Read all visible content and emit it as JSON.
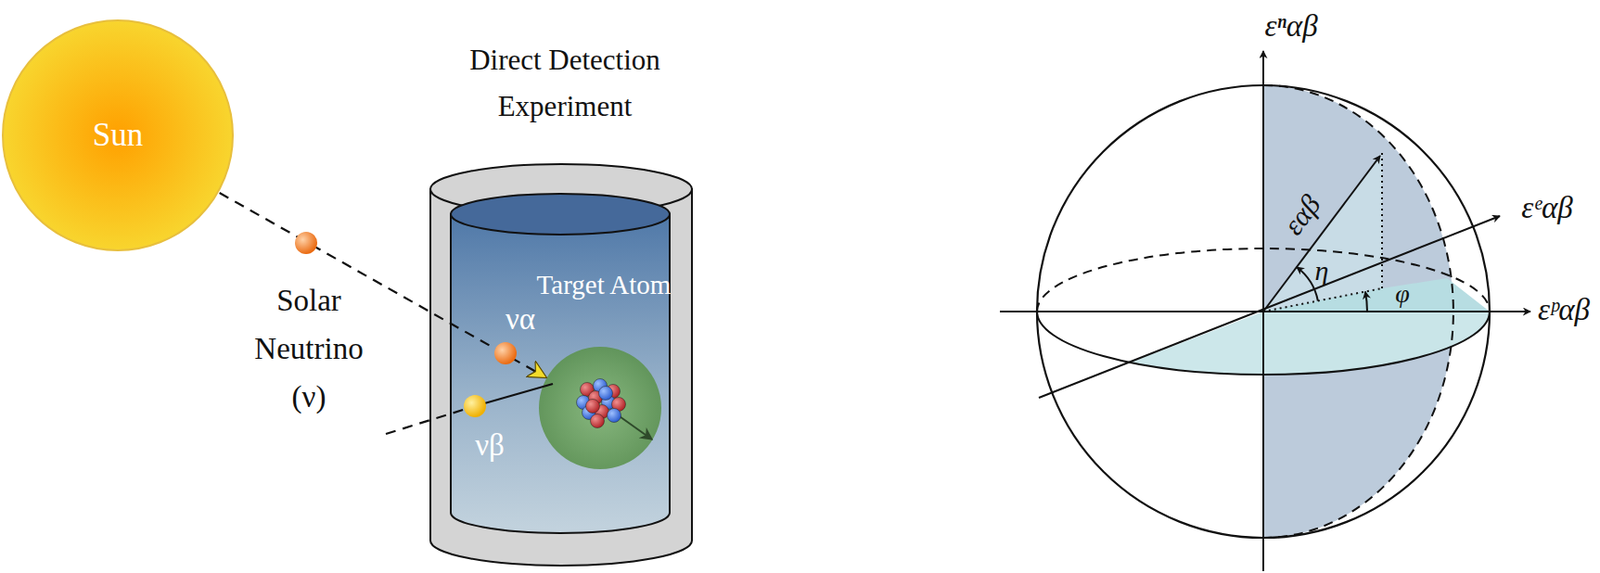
{
  "diagram": {
    "nodes": [
      {
        "text": [
          "Sun"
        ]
      },
      {
        "text": [
          "Direct Detection Experiment"
        ]
      },
      {
        "text": [
          "Target Atom"
        ],
        "in": 1
      }
    ],
    "edges": [
      {
        "from": 0,
        "to": 2,
        "arrow": "to"
      }
    ],
    "labels": [
      "Solar Neutrino (ν)",
      "να",
      "νβ",
      "εⁿαβ",
      "εᵉαβ",
      "εᵖαβ",
      "εαβ",
      "η",
      "φ"
    ]
  }
}
